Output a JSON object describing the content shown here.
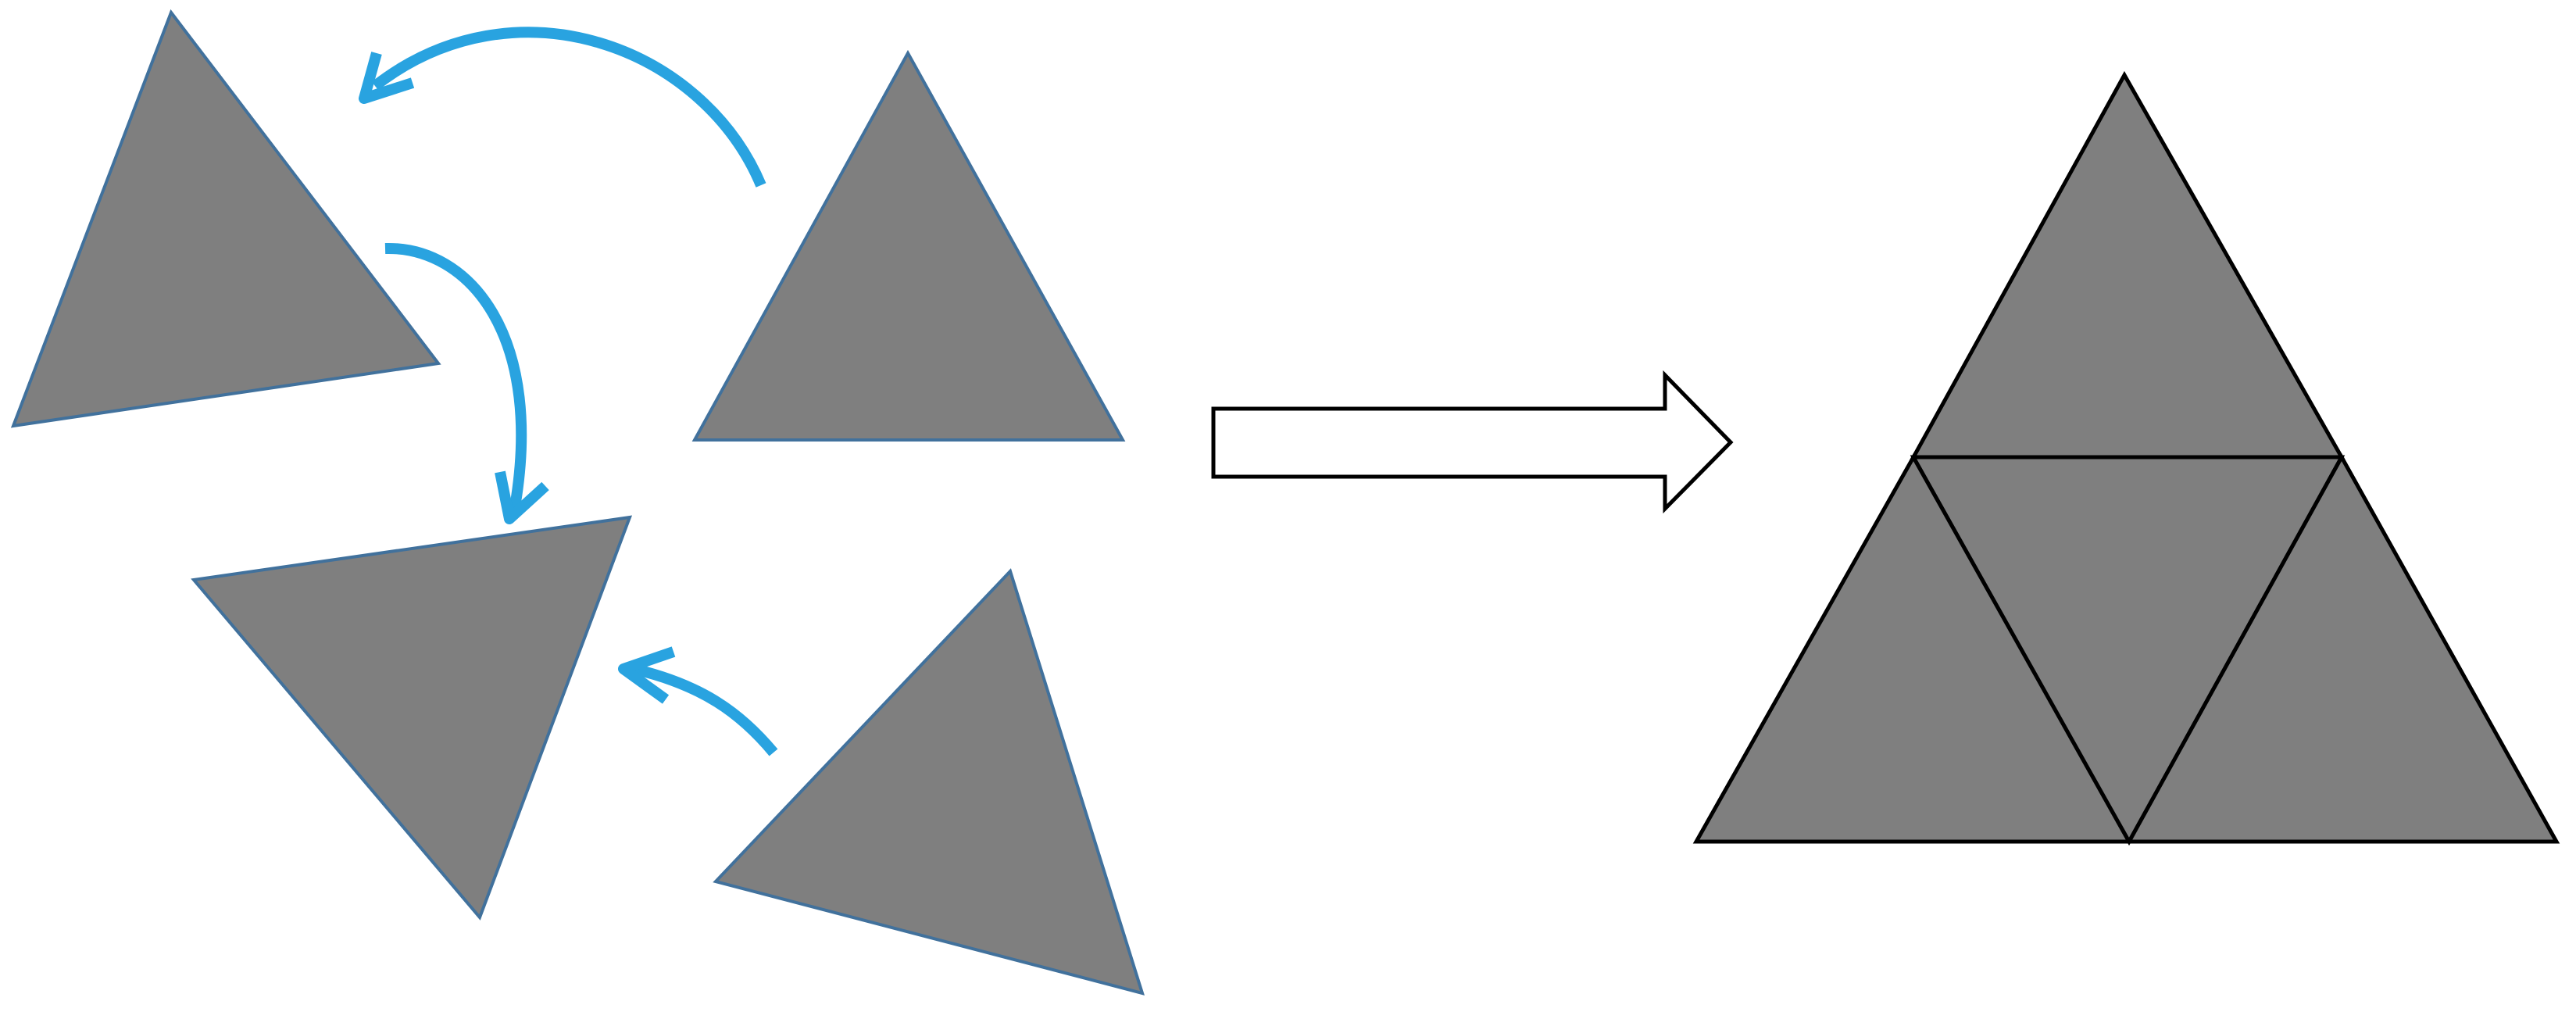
{
  "colors": {
    "piece_fill": "#7f7f7f",
    "piece_stroke": "#41719c",
    "rotation_arrow": "#29a3e0",
    "outline": "#000000",
    "background": "#ffffff"
  },
  "diagram": {
    "loose_pieces": [
      {
        "name": "tilted-left-triangle"
      },
      {
        "name": "upright-triangle"
      },
      {
        "name": "inverted-triangle"
      },
      {
        "name": "rotated-right-triangle"
      }
    ],
    "rotation_arrows": [
      {
        "name": "top-curved-arrow-icon"
      },
      {
        "name": "middle-curved-arrow-icon"
      },
      {
        "name": "bottom-curved-arrow-icon"
      }
    ],
    "transition_arrow": {
      "name": "right-block-arrow-icon"
    },
    "assembled_shape": {
      "name": "assembled-large-triangle",
      "subdivisions": 4
    }
  }
}
